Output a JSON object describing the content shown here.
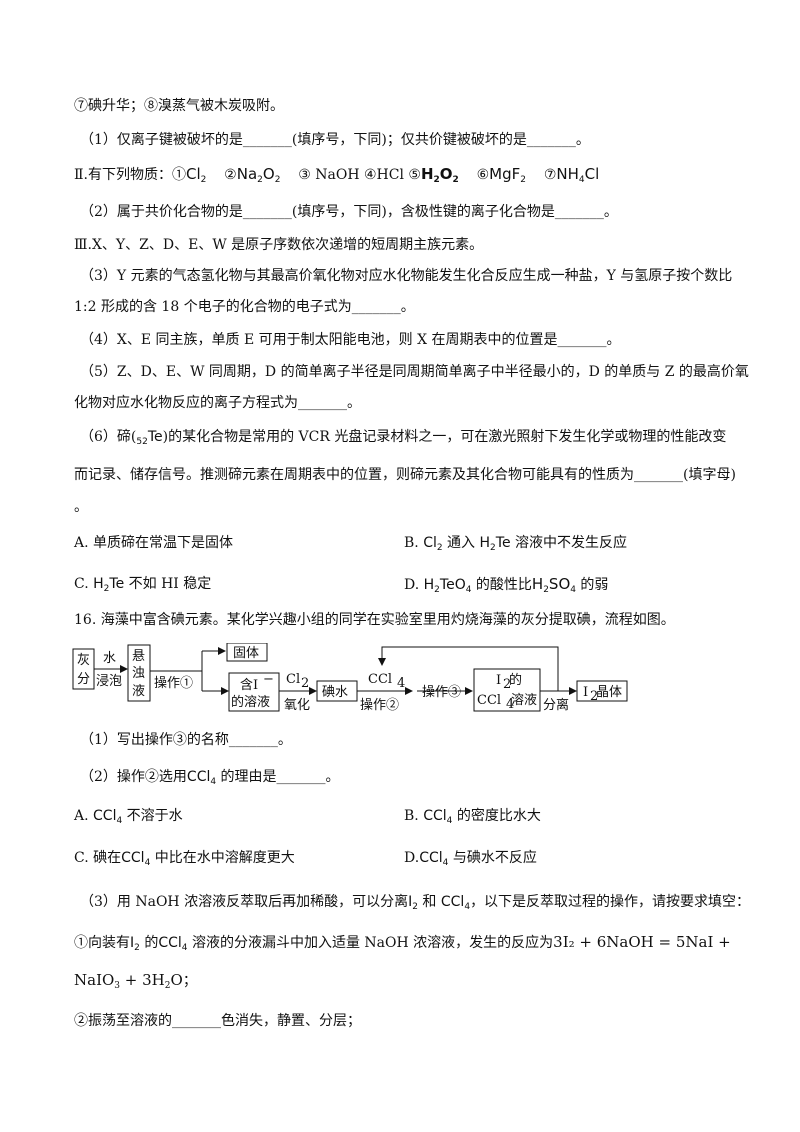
{
  "lines": {
    "l1": "⑦碘升华；⑧溴蒸气被木炭吸附。",
    "q1": "（1）仅离子键被破坏的是_______(填序号，下同)；仅共价键被破坏的是_______。",
    "s2_prefix": "Ⅱ.有下列物质：①",
    "s2_items": [
      "②",
      "③ NaOH  ④HCl  ⑤",
      "⑥",
      "⑦"
    ],
    "q2": "（2）属于共价化合物的是_______(填序号，下同)，含极性键的离子化合物是_______。",
    "s3": "Ⅲ.X、Y、Z、D、E、W 是原子序数依次递增的短周期主族元素。",
    "q3a": "（3）Y 元素的气态氢化物与其最高价氧化物对应水化物能发生化合反应生成一种盐，Y 与氢原子按个数比",
    "q3b": "1:2 形成的含  18 个电子的化合物的电子式为_______。",
    "q4": "（4）X、E 同主族，单质  E 可用于制太阳能电池，则  X 在周期表中的位置是_______。",
    "q5a": "（5）Z、D、E、W 同周期，D 的简单离子半径是同周期简单离子中半径最小的，D 的单质与  Z 的最高价氧",
    "q5b": "化物对应水化物反应的离子方程式为_______。",
    "q6a_pre": "（6）碲(",
    "q6a_post": ")的某化合物是常用的  VCR 光盘记录材料之一，可在激光照射下发生化学或物理的性能改变",
    "q6b": "而记录、储存信号。推测碲元素在周期表中的位置，则碲元素及其化合物可能具有的性质为_______(填字母)",
    "q6c": "。",
    "optA": "A. 单质碲在常温下是固体",
    "optB_pre": "B. ",
    "optB_mid": " 通入 ",
    "optB_post": "  溶液中不发生反应",
    "optC_pre": "C. ",
    "optC_post": " 不如  HI 稳定",
    "optD_pre": "D. ",
    "optD_mid": "  的酸性比",
    "optD_post": "  的弱",
    "p16": "16. 海藻中富含碘元素。某化学兴趣小组的同学在实验室里用灼烧海藻的灰分提取碘，流程如图。",
    "q16_1": "（1）写出操作③的名称_______。",
    "q16_2_pre": "（2）操作②选用",
    "q16_2_post": " 的理由是_______。",
    "o2A_pre": "A. ",
    "o2A_post": " 不溶于水",
    "o2B_pre": "B. ",
    "o2B_post": " 的密度比水大",
    "o2C_pre": "C. 碘在",
    "o2C_post": " 中比在水中溶解度更大",
    "o2D_pre": "D.",
    "o2D_post": " 与碘水不反应",
    "q16_3_pre": "（3）用  NaOH 浓溶液反萃取后再加稀酸，可以分离",
    "q16_3_and": " 和",
    "q16_3_post": "，以下是反萃取过程的操作，请按要求填空：",
    "step1_pre": "①向装有",
    "step1_of": " 的",
    "step1_post": " 溶液的分液漏斗中加入适量  NaOH 浓溶液，发生的反应为",
    "eq1": "3I₂ + 6NaOH = 5NaI +",
    "eq2_post": "；",
    "step2": "②振荡至溶液的_______色消失，静置、分层；"
  },
  "flow": {
    "ash": [
      "灰",
      "分"
    ],
    "soak": [
      "水",
      "浸泡"
    ],
    "suspension": [
      "悬",
      "浊",
      "液"
    ],
    "op1": "操作①",
    "solid": "固体",
    "iodide": [
      "含I",
      "的溶液"
    ],
    "cl2": "Cl",
    "oxidize": "氧化",
    "iodine_water": "碘水",
    "ccl4": "CCl",
    "op2": "操作②",
    "op3": "操作③",
    "i2_ccl4": [
      "I",
      "的",
      "CCl",
      "溶液"
    ],
    "separate": "分离",
    "i2_crystal": [
      "I",
      "晶体"
    ]
  }
}
